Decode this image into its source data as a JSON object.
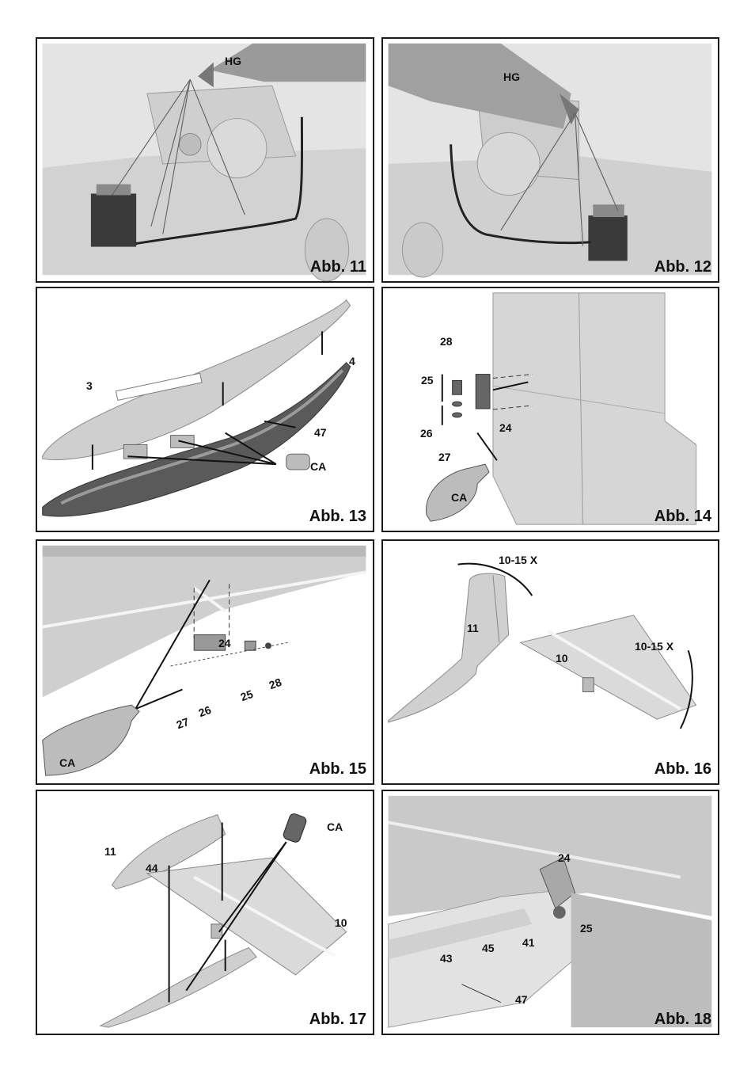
{
  "page": {
    "background": "#ffffff",
    "frame_color": "#1a1a1a"
  },
  "figures": [
    {
      "id": "p11",
      "caption": "Abb. 11",
      "labels": [
        "HG"
      ]
    },
    {
      "id": "p12",
      "caption": "Abb. 12",
      "labels": [
        "HG"
      ]
    },
    {
      "id": "p13",
      "caption": "Abb. 13",
      "labels": [
        "3",
        "4",
        "47",
        "CA"
      ]
    },
    {
      "id": "p14",
      "caption": "Abb. 14",
      "labels": [
        "28",
        "25",
        "26",
        "27",
        "24",
        "CA"
      ]
    },
    {
      "id": "p15",
      "caption": "Abb. 15",
      "labels": [
        "24",
        "27",
        "26",
        "25",
        "28",
        "CA"
      ]
    },
    {
      "id": "p16",
      "caption": "Abb. 16",
      "labels": [
        "10-15 X",
        "11",
        "10",
        "10-15 X"
      ]
    },
    {
      "id": "p17",
      "caption": "Abb. 17",
      "labels": [
        "CA",
        "11",
        "44",
        "10"
      ]
    },
    {
      "id": "p18",
      "caption": "Abb. 18",
      "labels": [
        "24",
        "25",
        "41",
        "45",
        "43",
        "47"
      ]
    }
  ]
}
